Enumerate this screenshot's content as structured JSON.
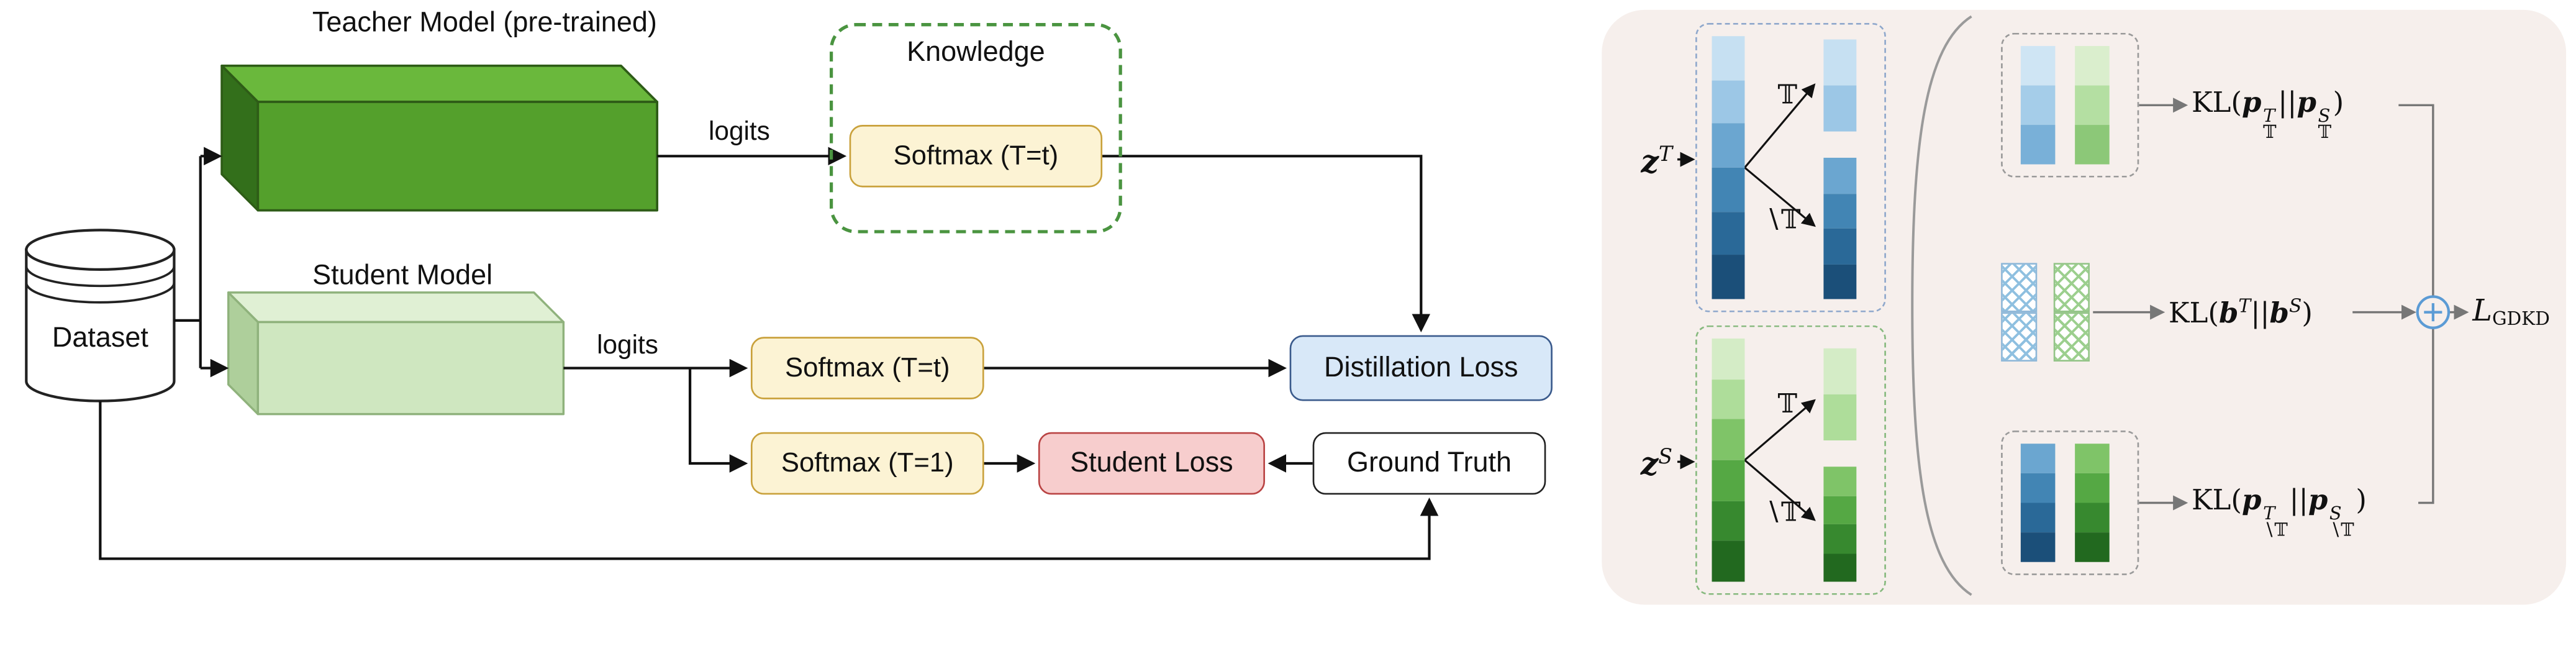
{
  "flowchart": {
    "teacher_title": "Teacher Model (pre-trained)",
    "student_title": "Student Model",
    "dataset_label": "Dataset",
    "logits_teacher": "logits",
    "logits_student": "logits",
    "knowledge_title": "Knowledge",
    "softmax_teacher": "Softmax (T=t)",
    "softmax_student_t": "Softmax (T=t)",
    "softmax_student_1": "Softmax (T=1)",
    "distillation_loss": "Distillation Loss",
    "student_loss": "Student Loss",
    "ground_truth": "Ground Truth"
  },
  "panel": {
    "z_teacher": [
      {
        "t": "z",
        "s": "bi"
      },
      {
        "t": "T",
        "s": "sup"
      }
    ],
    "z_student": [
      {
        "t": "z",
        "s": "bi"
      },
      {
        "t": "S",
        "s": "sup"
      }
    ],
    "subset_label": "𝕋",
    "complement_label": "∖𝕋",
    "kl_target": [
      {
        "t": "KL(",
        "s": "rm"
      },
      {
        "t": "p",
        "s": "bi"
      },
      {
        "sup": "T",
        "sub": "𝕋"
      },
      {
        "t": "||",
        "s": "rm"
      },
      {
        "t": "p",
        "s": "bi"
      },
      {
        "sup": "S",
        "sub": "𝕋"
      },
      {
        "t": ")",
        "s": "rm"
      }
    ],
    "kl_binary": [
      {
        "t": "KL(",
        "s": "rm"
      },
      {
        "t": "b",
        "s": "bi"
      },
      {
        "t": "T",
        "s": "sup"
      },
      {
        "t": "||",
        "s": "rm"
      },
      {
        "t": "b",
        "s": "bi"
      },
      {
        "t": "S",
        "s": "sup"
      },
      {
        "t": ")",
        "s": "rm"
      }
    ],
    "kl_nontarget": [
      {
        "t": "KL(",
        "s": "rm"
      },
      {
        "t": "p",
        "s": "bi"
      },
      {
        "sup": "T",
        "sub": "∖𝕋"
      },
      {
        "t": "||",
        "s": "rm"
      },
      {
        "t": "p",
        "s": "bi"
      },
      {
        "sup": "S",
        "sub": "∖𝕋"
      },
      {
        "t": ")",
        "s": "rm"
      }
    ],
    "loss_label": [
      {
        "t": "L",
        "s": "i"
      },
      {
        "t": "GDKD",
        "s": "subrm"
      }
    ],
    "plus_icon": "+"
  },
  "cells": {
    "teacher_full": [
      "#c6e0f2",
      "#9cc7e6",
      "#6ba6d0",
      "#4285b4",
      "#2a6998",
      "#1b4f79"
    ],
    "teacher_target": [
      "#c6e0f2",
      "#9cc7e6"
    ],
    "teacher_nontarget": [
      "#6ba6d0",
      "#4285b4",
      "#2a6998",
      "#1b4f79"
    ],
    "student_full": [
      "#d4ecc6",
      "#aedd9a",
      "#7fc468",
      "#55a844",
      "#37892f",
      "#22691f"
    ],
    "student_target": [
      "#d4ecc6",
      "#aedd9a"
    ],
    "student_nontarget": [
      "#7fc468",
      "#55a844",
      "#37892f",
      "#22691f"
    ],
    "cmp_target_teacher": [
      "#cfe5f4",
      "#a5cde9",
      "#79b0d8"
    ],
    "cmp_target_student": [
      "#daeecd",
      "#b4dfa2",
      "#8cc878"
    ],
    "cmp_nontarget_teacher": [
      "#6ba6d0",
      "#4285b4",
      "#2a6998",
      "#1b4f79"
    ],
    "cmp_nontarget_student": [
      "#7fc468",
      "#55a844",
      "#37892f",
      "#22691f"
    ],
    "hatch_teacher": {
      "line": "#8fc0e0",
      "border": "#8fb8d8"
    },
    "hatch_student": {
      "line": "#9ccf8e",
      "border": "#93c487"
    }
  },
  "colors": {
    "teacher_green_front": "#54a02c",
    "teacher_green_top": "#6ab83c",
    "teacher_green_side": "#336f1b",
    "student_green_front": "#cfe7c0",
    "softmax_yellow_bg": "#fcf3d4",
    "softmax_yellow_border": "#c9a13b",
    "knowledge_dashed_green": "#4a9440",
    "distillation_blue_bg": "#d8e8f8",
    "student_loss_red_bg": "#f7cdcd",
    "panel_bg": "#f6efec",
    "plus_circle_blue": "#5b9bd5"
  }
}
